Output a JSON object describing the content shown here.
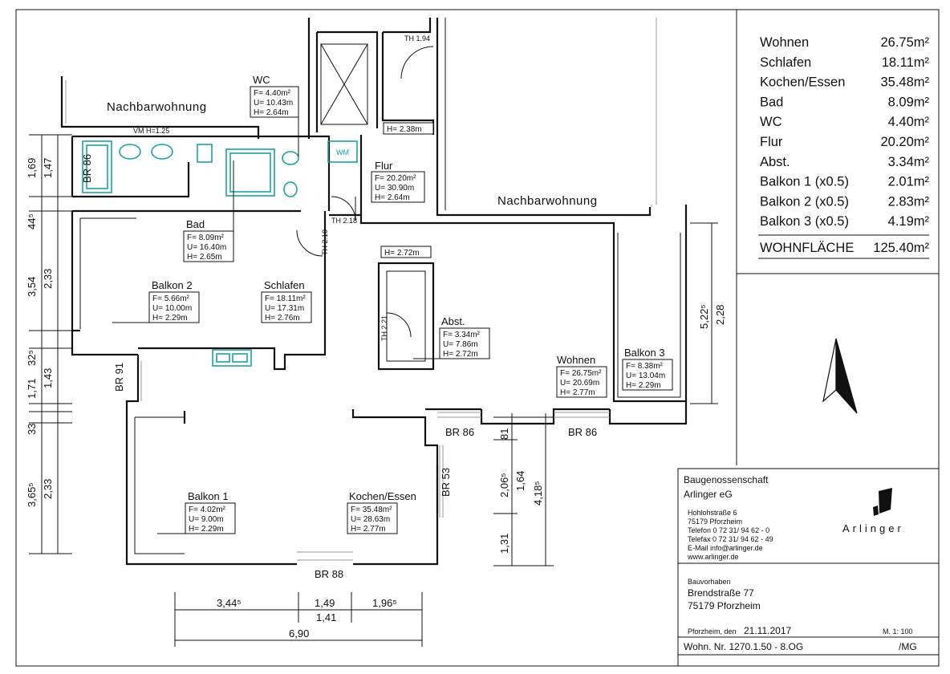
{
  "neighbors": {
    "left": "Nachbarwohnung",
    "right": "Nachbarwohnung"
  },
  "rooms": {
    "wc": {
      "name": "WC",
      "F": "F=    4.40m²",
      "U": "U=  10.43m",
      "H": "H=    2.64m"
    },
    "bad": {
      "name": "Bad",
      "F": "F=    8.09m²",
      "U": "U=  16.40m",
      "H": "H=    2.65m"
    },
    "flur": {
      "name": "Flur",
      "F": "F=  20.20m²",
      "U": "U=  30.90m",
      "H": "H=    2.64m"
    },
    "balkon2": {
      "name": "Balkon 2",
      "F": "F=    5.66m²",
      "U": "U=  10.00m",
      "H": "H=    2.29m"
    },
    "schlafen": {
      "name": "Schlafen",
      "F": "F=  18.11m²",
      "U": "U=  17.31m",
      "H": "H=    2.76m"
    },
    "abst": {
      "name": "Abst.",
      "F": "F=    3.34m²",
      "U": "U=    7.86m",
      "H": "H=    2.72m"
    },
    "wohnen": {
      "name": "Wohnen",
      "F": "F=  26.75m²",
      "U": "U=  20.69m",
      "H": "H=    2.77m"
    },
    "balkon3": {
      "name": "Balkon 3",
      "F": "F=    8.38m²",
      "U": "U=  13.04m",
      "H": "H=    2.29m"
    },
    "balkon1": {
      "name": "Balkon 1",
      "F": "F=    4.02m²",
      "U": "U=    9.00m",
      "H": "H=    2.29m"
    },
    "kochen": {
      "name": "Kochen/Essen",
      "F": "F=  35.48m²",
      "U": "U=  28.63m",
      "H": "H=    2.77m"
    }
  },
  "heights": {
    "flur": "H=    2.38m",
    "abst": "H=    2.72m"
  },
  "tags": {
    "th194": "TH 1.94",
    "th218": "TH 2.18",
    "th210": "TH 2.10",
    "th221": "TH 2.21",
    "vm": "VM H=1.25",
    "wm": "WM",
    "br86a": "BR 86",
    "br91": "BR 91",
    "br86b": "BR 86",
    "br86c": "BR 86",
    "br53": "BR 53",
    "br88": "BR 88"
  },
  "dims": {
    "left1": "1,69",
    "left2": "1,47",
    "left3": "44⁵",
    "left4": "3,54",
    "left5": "2,33",
    "left6": "32⁵",
    "left7": "1,71",
    "left8": "1,43",
    "left9": "33",
    "left10": "3,65⁵",
    "left11": "2,33",
    "right1": "5,22⁵",
    "right2": "2,28",
    "mid1": "81",
    "mid2": "2,06⁵",
    "mid3": "1,64",
    "mid4": "4,18⁵",
    "mid5": "1,31",
    "bot1": "3,44⁵",
    "bot2": "1,49",
    "bot3": "1,96⁵",
    "bot4": "1,41",
    "bot5": "6,90"
  },
  "summary": {
    "rows": [
      {
        "name": "Wohnen",
        "value": "26.75m²"
      },
      {
        "name": "Schlafen",
        "value": "18.11m²"
      },
      {
        "name": "Kochen/Essen",
        "value": "35.48m²"
      },
      {
        "name": "Bad",
        "value": "8.09m²"
      },
      {
        "name": "WC",
        "value": "4.40m²"
      },
      {
        "name": "Flur",
        "value": "20.20m²"
      },
      {
        "name": "Abst.",
        "value": "3.34m²"
      },
      {
        "name": "Balkon 1 (x0.5)",
        "value": "2.01m²"
      },
      {
        "name": "Balkon 2 (x0.5)",
        "value": "2.83m²"
      },
      {
        "name": "Balkon 3 (x0.5)",
        "value": "4.19m²"
      }
    ],
    "total_label": "WOHNFLÄCHE",
    "total_value": "125.40m²"
  },
  "stamp": {
    "company1": "Baugenossenschaft",
    "company2": "Arlinger eG",
    "addr1": "Hohlohstraße 6",
    "addr2": "75179 Pforzheim",
    "tel": "Telefon 0 72 31/ 94 62 - 0",
    "fax": "Telefax 0 72 31/ 94 62 - 49",
    "mail": "E-Mail   info@arlinger.de",
    "web": "www.arlinger.de",
    "logo": "Arlinger",
    "bv": "Bauvorhaben",
    "bv1": "Brendstraße 77",
    "bv2": "75179 Pforzheim",
    "date_label": "Pforzheim, den",
    "date": "21.11.2017",
    "scale": "M. 1: 100",
    "wohn": "Wohn. Nr. 1270.1.50 - 8.OG",
    "mg": "/MG"
  },
  "colors": {
    "fixture": "#1aa3a3"
  }
}
